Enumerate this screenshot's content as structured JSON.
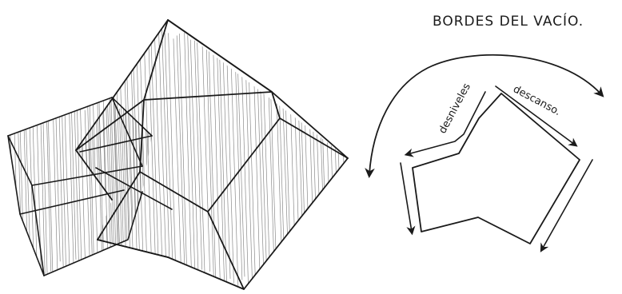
{
  "title": "BORDES DEL VACÍO.",
  "labels": {
    "desnivel": "desniveles",
    "descanso": "descanso."
  },
  "ink_color": "#1a1a1a"
}
